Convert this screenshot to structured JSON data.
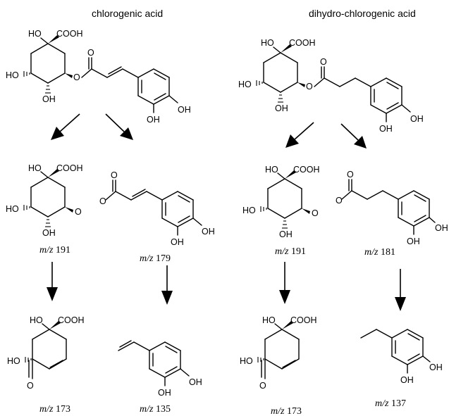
{
  "titles": {
    "left": "chlorogenic acid",
    "right": "dihydro-chlorogenic acid"
  },
  "labels": {
    "ho": "HO",
    "cooh": "COOH",
    "oh": "OH",
    "o": "O"
  },
  "fragments": {
    "mz_prefix": "m/z",
    "quinic_ion": "191",
    "caffeic_ion": "179",
    "dihydrocaffeic_ion": "181",
    "quinic_dehydrated": "173",
    "vinylcatechol": "135",
    "ethylcatechol": "137",
    "quinic_dehydrated_right": "173"
  }
}
